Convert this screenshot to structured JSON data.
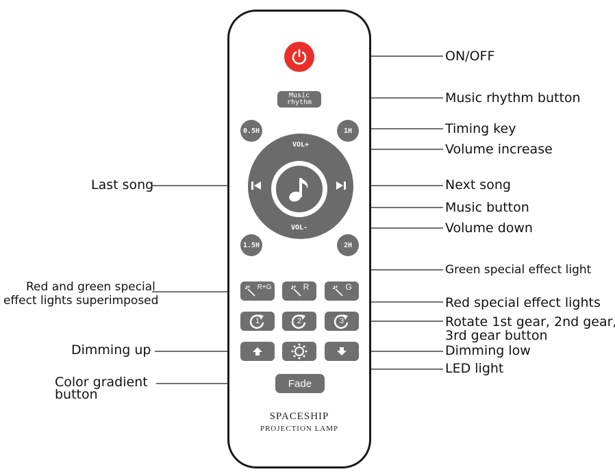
{
  "remote": {
    "buttons": {
      "music_rhythm_line1": "Music",
      "music_rhythm_line2": "rhythm",
      "timer_05h": "0.5H",
      "timer_1h": "1H",
      "timer_15h": "1.5H",
      "timer_2h": "2H",
      "vol_up": "VOL+",
      "vol_down": "VOL-",
      "effect_rg": "R+G",
      "effect_r": "R",
      "effect_g": "G",
      "rotate_1": "1",
      "rotate_2": "2",
      "rotate_3": "3",
      "fade": "Fade"
    },
    "brand_line1": "SPACESHIP",
    "brand_line2": "PROJECTION LAMP",
    "colors": {
      "power": "#e8302a",
      "button": "#6f6f6f",
      "outline": "#1a1a1a"
    }
  },
  "labels": {
    "on_off": "ON/OFF",
    "music_rhythm": "Music rhythm button",
    "timing": "Timing key",
    "volume_increase": "Volume increase",
    "last_song": "Last song",
    "next_song": "Next song",
    "music_button": "Music button",
    "volume_down": "Volume down",
    "green_effect": "Green special effect light",
    "red_green_line1": "Red and green special",
    "red_green_line2": "effect lights superimposed",
    "red_effect": "Red special effect lights",
    "rotate_line1": "Rotate 1st gear, 2nd gear,",
    "rotate_line2": "3rd gear button",
    "dimming_up": "Dimming up",
    "dimming_low": "Dimming low",
    "led_light": "LED light",
    "color_gradient_line1": "Color gradient",
    "color_gradient_line2": "button"
  },
  "icons": [
    "power-icon",
    "prev-track-icon",
    "next-track-icon",
    "music-note-icon",
    "wand-icon",
    "rotate-icon",
    "arrow-up-icon",
    "arrow-down-icon",
    "sun-icon"
  ]
}
